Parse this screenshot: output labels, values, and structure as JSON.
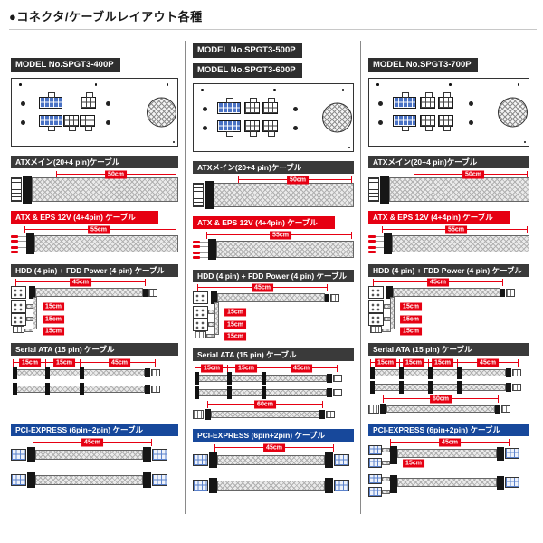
{
  "page": {
    "title": "●コネクタ/ケーブルレイアウト各種"
  },
  "colors": {
    "accent_red": "#e60012",
    "header_dark": "#3a3a3a",
    "header_blue": "#17489b",
    "connector_blue": "#4a72c4"
  },
  "sections": {
    "atx_main": "ATXメイン(20+4 pin)ケーブル",
    "atx_eps": "ATX & EPS 12V (4+4pin) ケーブル",
    "hdd_fdd": "HDD (4 pin) + FDD Power (4 pin) ケーブル",
    "sata": "Serial ATA (15 pin) ケーブル",
    "pcie": "PCI-EXPRESS (6pin+2pin) ケーブル"
  },
  "columns": [
    {
      "models": [
        "MODEL No.SPGT3-400P"
      ],
      "lengths": {
        "atx_main": "50cm",
        "atx_eps": "55cm",
        "hdd_main": "45cm",
        "hdd_segments": [
          "15cm",
          "15cm",
          "15cm"
        ],
        "sata_segments": [
          "15cm",
          "15cm",
          "45cm"
        ],
        "pcie": "45cm"
      }
    },
    {
      "models": [
        "MODEL No.SPGT3-500P",
        "MODEL No.SPGT3-600P"
      ],
      "lengths": {
        "atx_main": "50cm",
        "atx_eps": "55cm",
        "hdd_main": "45cm",
        "hdd_segments": [
          "15cm",
          "15cm",
          "15cm"
        ],
        "sata_segments": [
          "15cm",
          "15cm",
          "45cm"
        ],
        "sata_extra": "60cm",
        "pcie": "45cm"
      }
    },
    {
      "models": [
        "MODEL No.SPGT3-700P"
      ],
      "lengths": {
        "atx_main": "50cm",
        "atx_eps": "55cm",
        "hdd_main": "45cm",
        "hdd_segments": [
          "15cm",
          "15cm",
          "15cm"
        ],
        "sata_segments": [
          "15cm",
          "15cm",
          "15cm",
          "45cm"
        ],
        "sata_extra": "60cm",
        "pcie": "45cm",
        "pcie_split": "15cm"
      }
    }
  ]
}
